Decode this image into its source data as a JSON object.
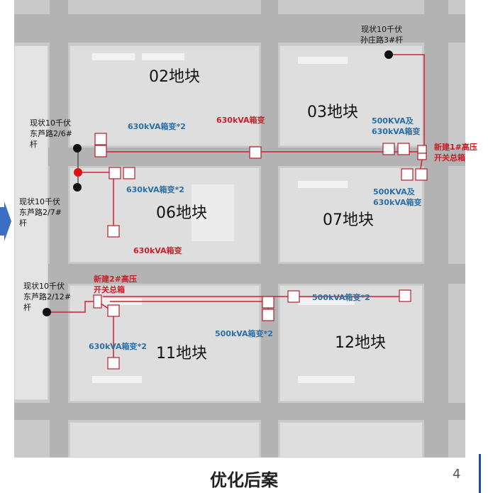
{
  "plots": [
    "02地块",
    "03地块",
    "06地块",
    "07地块",
    "11地块",
    "12地块"
  ],
  "existing_poles": {
    "sunzhuang3": [
      "现状10千伏",
      "孙庄路3#杆"
    ],
    "donglu26": [
      "现状10千伏",
      "东芦路2/6#",
      "杆"
    ],
    "donglu27": [
      "现状10千伏",
      "东芦路2/7#",
      "杆"
    ],
    "donglu212": [
      "现状10千伏",
      "东芦路2/12#",
      "杆"
    ]
  },
  "switch_boxes": {
    "box1": [
      "新建1#高压",
      "开关总箱"
    ],
    "box2": [
      "新建2#高压",
      "开关总箱"
    ]
  },
  "transformer_labels": {
    "p02_blue": "630kVA箱变*2",
    "p02_red": "630kVA箱变",
    "p03": [
      "500KVA及",
      "630kVA箱变"
    ],
    "p07": [
      "500KVA及",
      "630kVA箱变"
    ],
    "p06_blue": "630kVA箱变*2",
    "p06_red": "630kVA箱变",
    "p11_left": "630kVA箱变*2",
    "p11_mid": "500kVA箱变*2",
    "p12": "500kVA箱变*2"
  },
  "footer": {
    "title": "优化后案",
    "page": "4"
  },
  "colors": {
    "line": "#d02030",
    "blue_text": "#2a6fa8",
    "accent": "#1f4e9a"
  }
}
